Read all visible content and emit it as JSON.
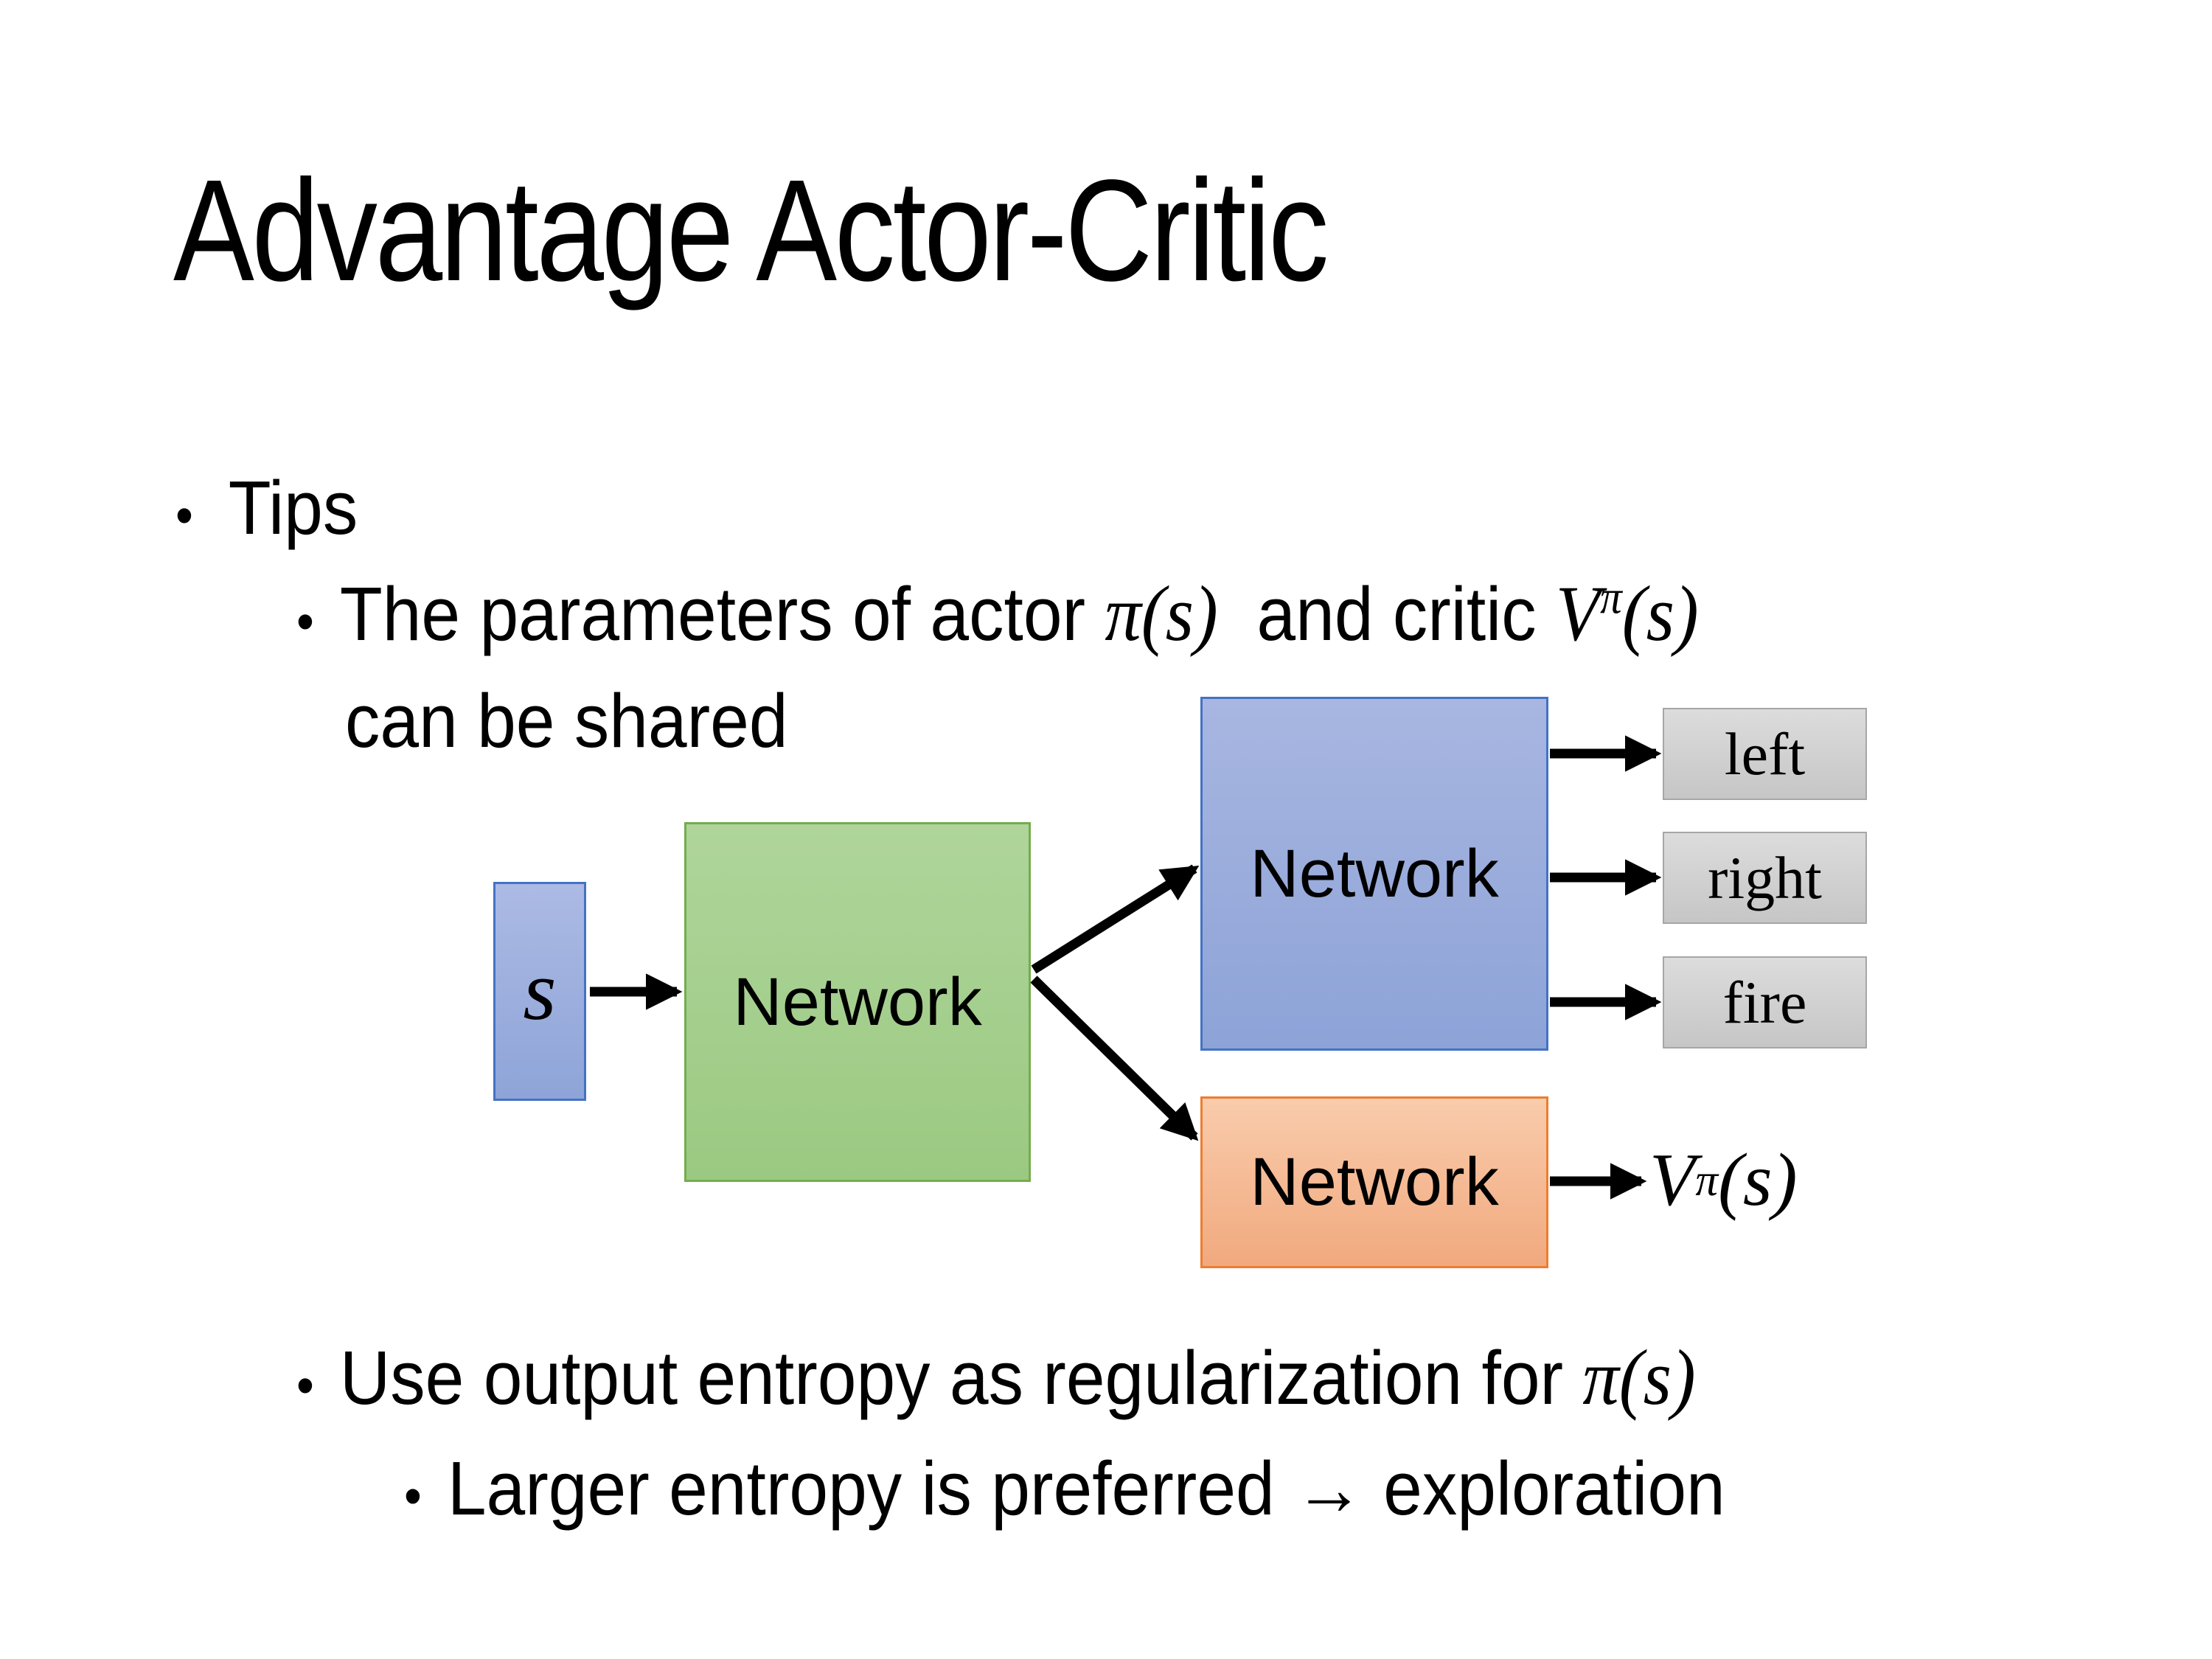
{
  "slide": {
    "title": "Advantage Actor-Critic",
    "bullet_glyph": "•",
    "tips": {
      "label": "Tips"
    },
    "shared_params": {
      "before_actor": "The parameters of actor ",
      "actor_pi": "π(s)",
      "between": "  and critic ",
      "critic_V": "V",
      "critic_sup_pi": "π",
      "critic_args": "(s)",
      "line2": "can be shared"
    },
    "entropy": {
      "text": "Use output entropy as regularization for ",
      "pi": "π(s)"
    },
    "exploration": "Larger entropy is preferred → exploration"
  },
  "diagram": {
    "state": "s",
    "shared_network": "Network",
    "actor_network": "Network",
    "critic_network": "Network",
    "actions": [
      "left",
      "right",
      "fire"
    ],
    "value": {
      "V": "V",
      "sup_pi": "π",
      "args": "(s)"
    },
    "colors": {
      "state_box_fill": "#A9B8E2",
      "state_box_border": "#4472C4",
      "shared_box_fill": "#A9D18E",
      "shared_box_border": "#70AD47",
      "actor_box_fill": "#9DB0DC",
      "actor_box_border": "#4472C4",
      "critic_box_fill": "#F4B183",
      "critic_box_border": "#ED7D31",
      "action_box_fill": "#D0D0D0",
      "action_box_border": "#A6A6A6",
      "arrow_color": "#000000",
      "text_color": "#000000",
      "background": "#FFFFFF"
    }
  }
}
